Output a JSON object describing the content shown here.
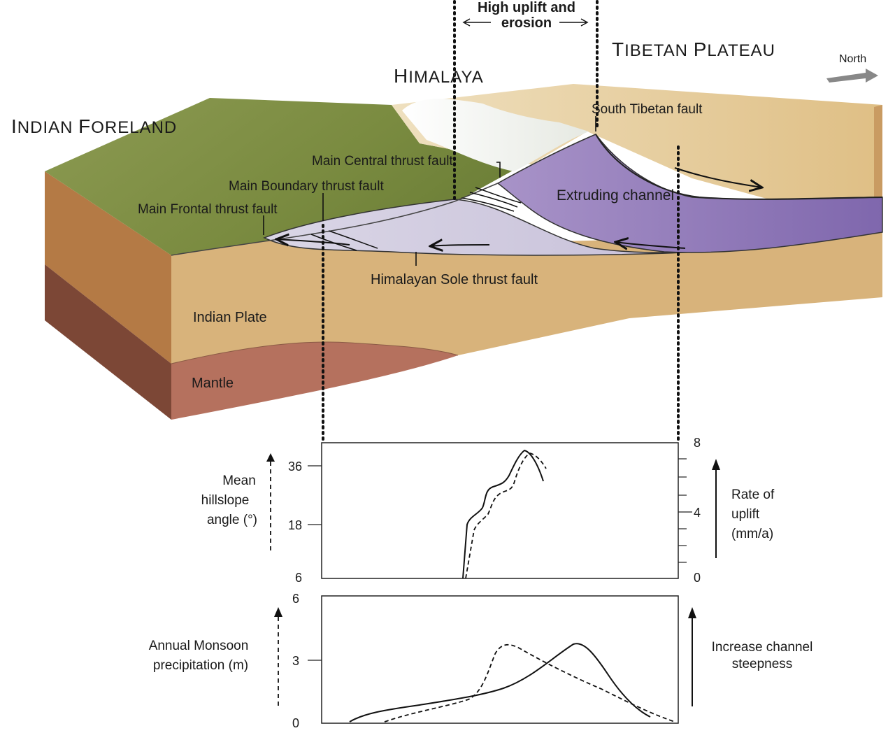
{
  "labels": {
    "indian_foreland_cap1": "I",
    "indian_foreland_rest1": "NDIAN ",
    "indian_foreland_cap2": "F",
    "indian_foreland_rest2": "ORELAND",
    "himalaya_cap": "H",
    "himalaya_rest": "IMALAYA",
    "tibetan_cap1": "T",
    "tibetan_rest1": "IBETAN ",
    "tibetan_cap2": "P",
    "tibetan_rest2": "LATEAU",
    "uplift_line1": "High uplift and",
    "uplift_line2": "erosion",
    "north": "North",
    "south_tibetan_fault": "South Tibetan fault",
    "main_central_thrust": "Main Central thrust fault",
    "main_boundary_thrust": "Main Boundary thrust fault",
    "main_frontal_thrust": "Main Frontal thrust fault",
    "extruding_channel": "Extruding channel",
    "sole_thrust": "Himalayan Sole thrust fault",
    "indian_plate": "Indian Plate",
    "mantle": "Mantle"
  },
  "colors": {
    "foreland_green": "#7f8f45",
    "plateau_tan": "#e8cc98",
    "crust_tan": "#d7b27a",
    "crust_side": "#b07a46",
    "mantle_front": "#b5715e",
    "mantle_side": "#7c4736",
    "channel_purple": "#8f79b8",
    "sole_lilac": "#d3cde0"
  },
  "chart_data": [
    {
      "type": "line",
      "left_axis": {
        "label": [
          "Mean",
          "hillslope",
          "angle (°)"
        ],
        "ticks": [
          6,
          18,
          36
        ]
      },
      "right_axis": {
        "label": [
          "Rate of",
          "uplift",
          "(mm/a)"
        ],
        "ticks": [
          0,
          4,
          8
        ],
        "ylim": [
          0,
          8
        ]
      }
    },
    {
      "type": "line",
      "left_axis": {
        "label": [
          "Annual Monsoon",
          "precipitation (m)"
        ],
        "ticks": [
          0,
          3,
          6
        ],
        "ylim": [
          0,
          6
        ]
      },
      "right_axis": {
        "label": [
          "Increase channel",
          "steepness"
        ]
      }
    }
  ]
}
